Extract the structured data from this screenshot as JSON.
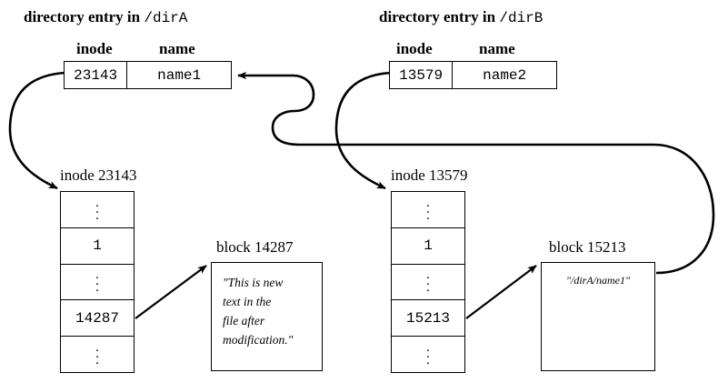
{
  "diagram": {
    "title_left_prefix": "directory entry in ",
    "title_left_path": "/dirA",
    "title_right_prefix": "directory entry in ",
    "title_right_path": "/dirB",
    "column_headers": {
      "inode": "inode",
      "name": "name"
    },
    "dir_entries": [
      {
        "id": "dirA-entry",
        "inode": "23143",
        "name": "name1"
      },
      {
        "id": "dirB-entry",
        "inode": "13579",
        "name": "name2"
      }
    ],
    "inode_tables": [
      {
        "id": "inode-23143",
        "label": "inode 23143",
        "rows": [
          "⋮",
          "1",
          "⋮",
          "14287",
          "⋮"
        ],
        "link_count": "1",
        "block_pointer": "14287"
      },
      {
        "id": "inode-13579",
        "label": "inode 13579",
        "rows": [
          "⋮",
          "1",
          "⋮",
          "15213",
          "⋮"
        ],
        "link_count": "1",
        "block_pointer": "15213"
      }
    ],
    "blocks": [
      {
        "id": "block-14287",
        "label": "block 14287",
        "lines": [
          "\"This is new",
          "text in the",
          "file after",
          "modification.\""
        ]
      },
      {
        "id": "block-15213",
        "label": "block 15213",
        "lines": [
          "\"/dirA/name1\""
        ]
      }
    ],
    "colors": {
      "stroke": "#000000",
      "background": "#ffffff"
    }
  }
}
